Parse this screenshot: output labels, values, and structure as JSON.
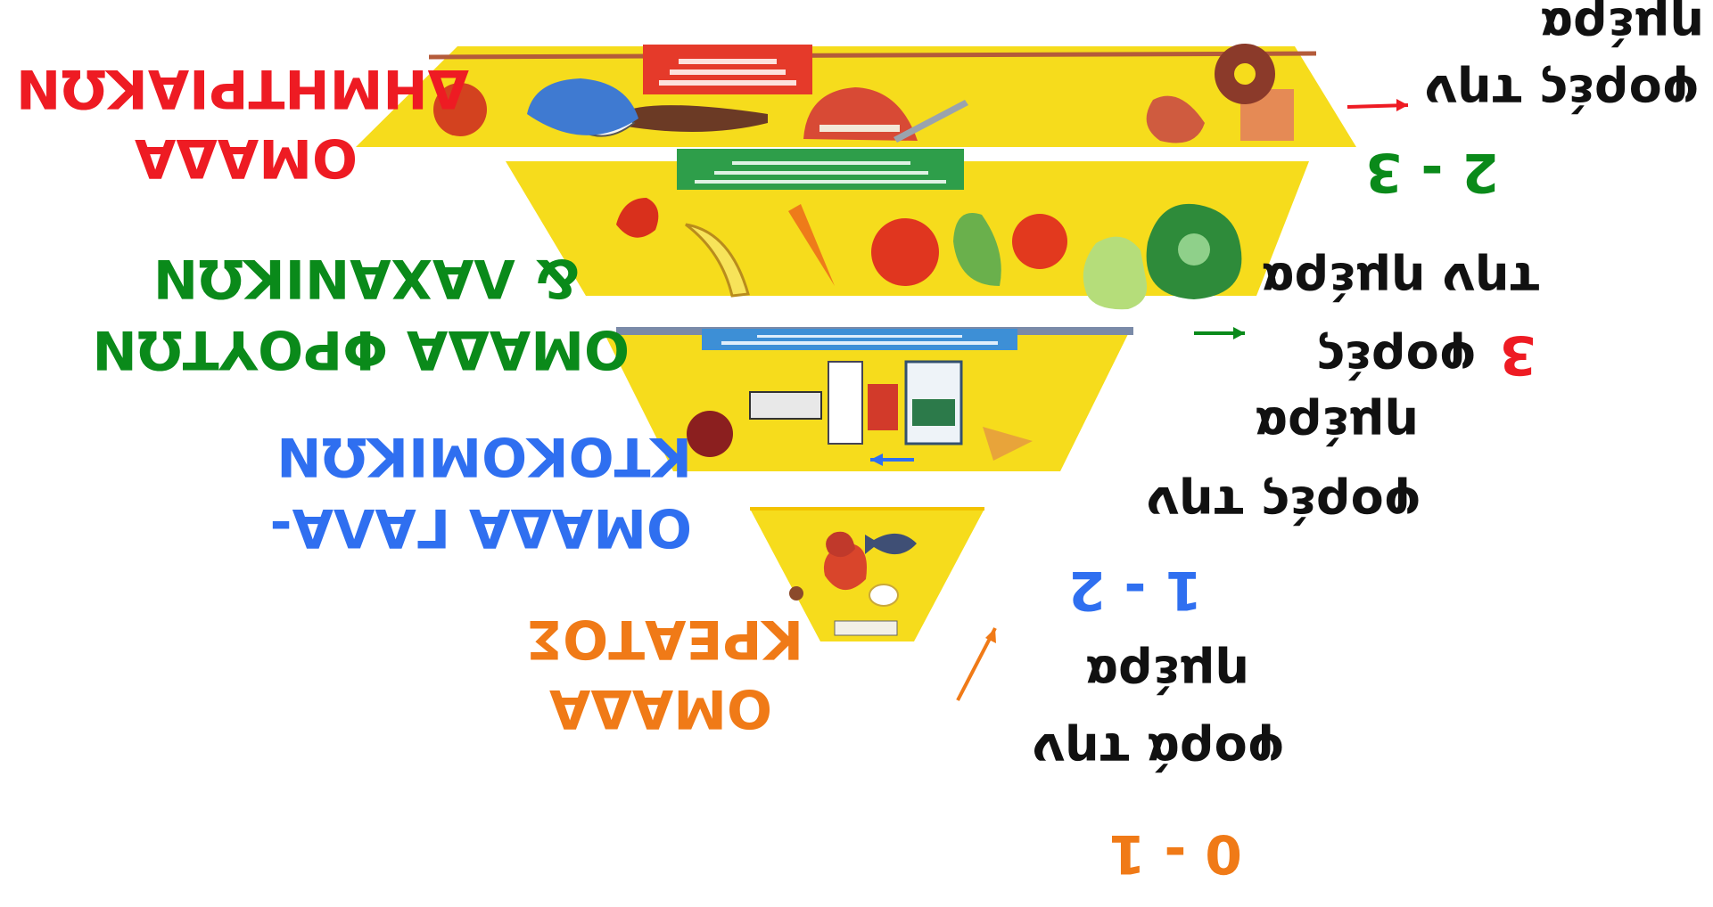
{
  "colors": {
    "band_yellow": "#f6dc1c",
    "band_edge": "#f3c300",
    "orange": "#f07a17",
    "blue": "#2f6ff0",
    "green": "#0a8a1a",
    "red": "#ee1b23",
    "black": "#111111",
    "sign_red": "#e53a2a",
    "sign_green": "#2e9e4a",
    "sign_blue": "#2f8fd6"
  },
  "groups": [
    {
      "id": "meat",
      "name_lines": [
        "ΟΜΑΔΑ",
        "ΚΡΕΑΤΟΣ"
      ],
      "range": "0 - 1",
      "frequency_lines": [
        "φορά την",
        "ημέρα"
      ],
      "label_color": "orange",
      "range_color": "orange",
      "illustration": "meat-fish-eggs-icons"
    },
    {
      "id": "dairy",
      "name_lines": [
        "ΟΜΑΔΑ ΓΑΛΑ-",
        "ΚΤΟΚΟΜΙΚΩΝ"
      ],
      "range": "1 - 2",
      "frequency_lines": [
        "φορές την",
        "ημέρα"
      ],
      "label_color": "blue",
      "range_color": "blue",
      "illustration": "milk-cheese-yogurt-icons"
    },
    {
      "id": "fruit-veg",
      "name_lines": [
        "ΟΜΑΔΑ ΦΡΟΥΤΩΝ",
        "& ΛΑΧΑΝΙΚΩΝ"
      ],
      "range": "3",
      "frequency_lines": [
        "φορές",
        "την ημέρα"
      ],
      "label_color": "green",
      "range_color": "red",
      "illustration": "fruit-vegetable-icons"
    },
    {
      "id": "cereals",
      "name_lines": [
        "ΟΜΑΔΑ",
        "ΔΗΜΗΤΡΙΑΚΩΝ"
      ],
      "range": "2 - 3",
      "frequency_lines": [
        "φορές την",
        "ημέρα"
      ],
      "label_color": "red",
      "range_color": "green",
      "illustration": "bread-pasta-rice-icons"
    }
  ]
}
